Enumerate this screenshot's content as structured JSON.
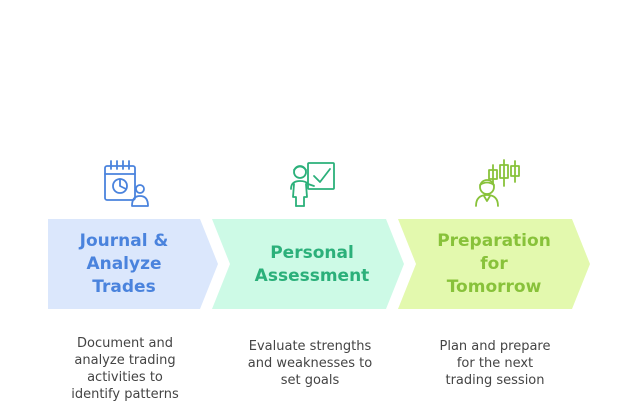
{
  "steps": [
    {
      "title": "Journal &\nAnalyze\nTrades",
      "description": "Document and\nanalyze trading\nactivities to\nidentify patterns",
      "icon": "calendar-chart-user-icon",
      "fill": "#dbe7fc",
      "text_color": "#4a83dd",
      "icon_color": "#4a83dd"
    },
    {
      "title": "Personal\nAssessment",
      "description": "Evaluate strengths\nand weaknesses to\nset goals",
      "icon": "presenter-checkmark-icon",
      "fill": "#cdfae6",
      "text_color": "#2bb07a",
      "icon_color": "#2bb07a"
    },
    {
      "title": "Preparation\nfor\nTomorrow",
      "description": "Plan and prepare\nfor the next\ntrading session",
      "icon": "person-candlestick-icon",
      "fill": "#e3f9ae",
      "text_color": "#88c23a",
      "icon_color": "#88c23a"
    }
  ]
}
